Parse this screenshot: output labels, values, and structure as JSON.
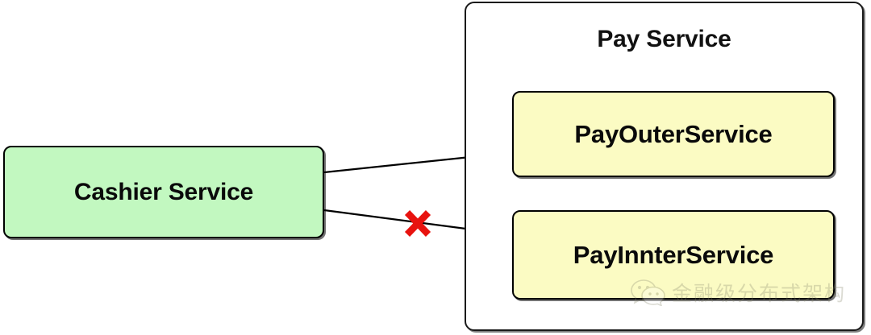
{
  "diagram": {
    "title_visible": false,
    "background_color": "#ffffff",
    "nodes": [
      {
        "id": "cashier-service",
        "label": "Cashier Service",
        "fill": "#c2f8c0",
        "stroke": "#000000",
        "shape": "rounded-rectangle"
      },
      {
        "id": "pay-service",
        "label": "Pay Service",
        "fill": "#ffffff",
        "stroke": "#1a1a1a",
        "shape": "rounded-rectangle-container"
      },
      {
        "id": "pay-outer-service",
        "label": "PayOuterService",
        "fill": "#fbfbc3",
        "stroke": "#000000",
        "shape": "rounded-rectangle"
      },
      {
        "id": "pay-innter-service",
        "label": "PayInnterService",
        "fill": "#fbfbc3",
        "stroke": "#000000",
        "shape": "rounded-rectangle"
      }
    ],
    "edges": [
      {
        "id": "edge-cashier-to-payouter",
        "from": "cashier-service",
        "to": "pay-outer-service",
        "style": "solid-arrow",
        "color": "#000000",
        "blocked": false,
        "label": ""
      },
      {
        "id": "edge-cashier-to-payinnter",
        "from": "cashier-service",
        "to": "pay-innter-service",
        "style": "solid-arrow",
        "color": "#000000",
        "blocked": true,
        "label": ""
      }
    ],
    "markers": [
      {
        "id": "blocked-x",
        "type": "cross",
        "color": "#e8130f",
        "on_edge": "edge-cashier-to-payinnter"
      }
    ],
    "watermark": {
      "text": "金融级分布式架构",
      "icon": "wechat-icon",
      "color": "#8a8a70"
    }
  }
}
